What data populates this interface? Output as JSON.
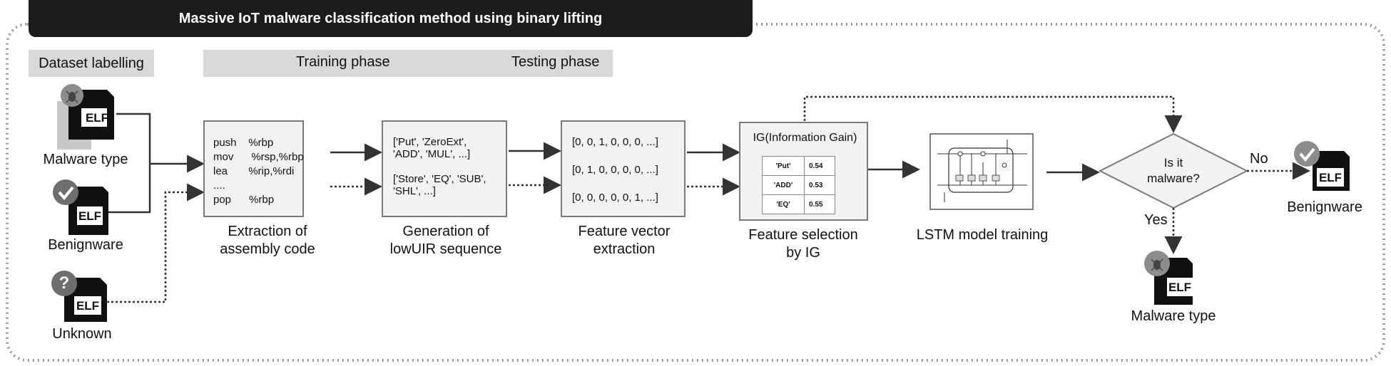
{
  "title": "Massive IoT malware classification method using binary lifting",
  "legend": {
    "dataset_labelling": "Dataset labelling",
    "training_phase": "Training phase",
    "testing_phase": "Testing phase"
  },
  "inputs": {
    "elf": "ELF",
    "malware_type": "Malware type",
    "benignware": "Benignware",
    "unknown": "Unknown",
    "unknown_symbol": "?"
  },
  "assembly": {
    "lines": [
      "push    %rbp",
      "mov      %rsp,%rbp",
      "lea       %rip,%rdi",
      "....",
      "pop      %rbp"
    ],
    "caption_line1": "Extraction of",
    "caption_line2": "assembly code"
  },
  "lowuir": {
    "block1_line1": "['Put', 'ZeroExt',",
    "block1_line2": "'ADD', 'MUL', ...]",
    "block2_line1": "['Store', 'EQ', 'SUB',",
    "block2_line2": "'SHL', ...]",
    "caption_line1": "Generation of",
    "caption_line2": "lowUIR sequence"
  },
  "vectors": {
    "rows": [
      "[0, 0, 1, 0, 0, 0, ...]",
      "[0, 1, 0, 0, 0, 0, ...]",
      "[0, 0, 0, 0, 0, 1, ...]"
    ],
    "caption_line1": "Feature vector",
    "caption_line2": "extraction"
  },
  "ig": {
    "header": "IG(Information Gain)",
    "rows": [
      {
        "feature": "'Put'",
        "value": "0.54"
      },
      {
        "feature": "'ADD'",
        "value": "0.53"
      },
      {
        "feature": "'EQ'",
        "value": "0.55"
      }
    ],
    "caption_line1": "Feature selection",
    "caption_line2": "by IG"
  },
  "lstm": {
    "caption": "LSTM model training"
  },
  "decision": {
    "line1": "Is it",
    "line2": "malware?",
    "no": "No",
    "yes": "Yes"
  },
  "outputs": {
    "benignware": "Benignware",
    "malware_type": "Malware type"
  },
  "colors": {
    "dark": "#1c1c1c",
    "label_bg": "#d9d9d9",
    "box_bg": "#f2f2f2",
    "border": "#7a7a7a"
  }
}
